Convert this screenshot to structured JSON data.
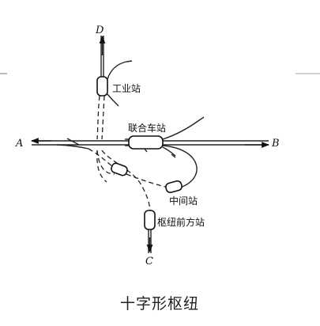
{
  "terminals": {
    "a": "A",
    "b": "B",
    "c": "C",
    "d": "D"
  },
  "stations": {
    "industrial": "工业站",
    "union": "联合车站",
    "intermediate": "中间站",
    "hub_front": "枢纽前方站"
  },
  "caption": "十字形枢纽"
}
